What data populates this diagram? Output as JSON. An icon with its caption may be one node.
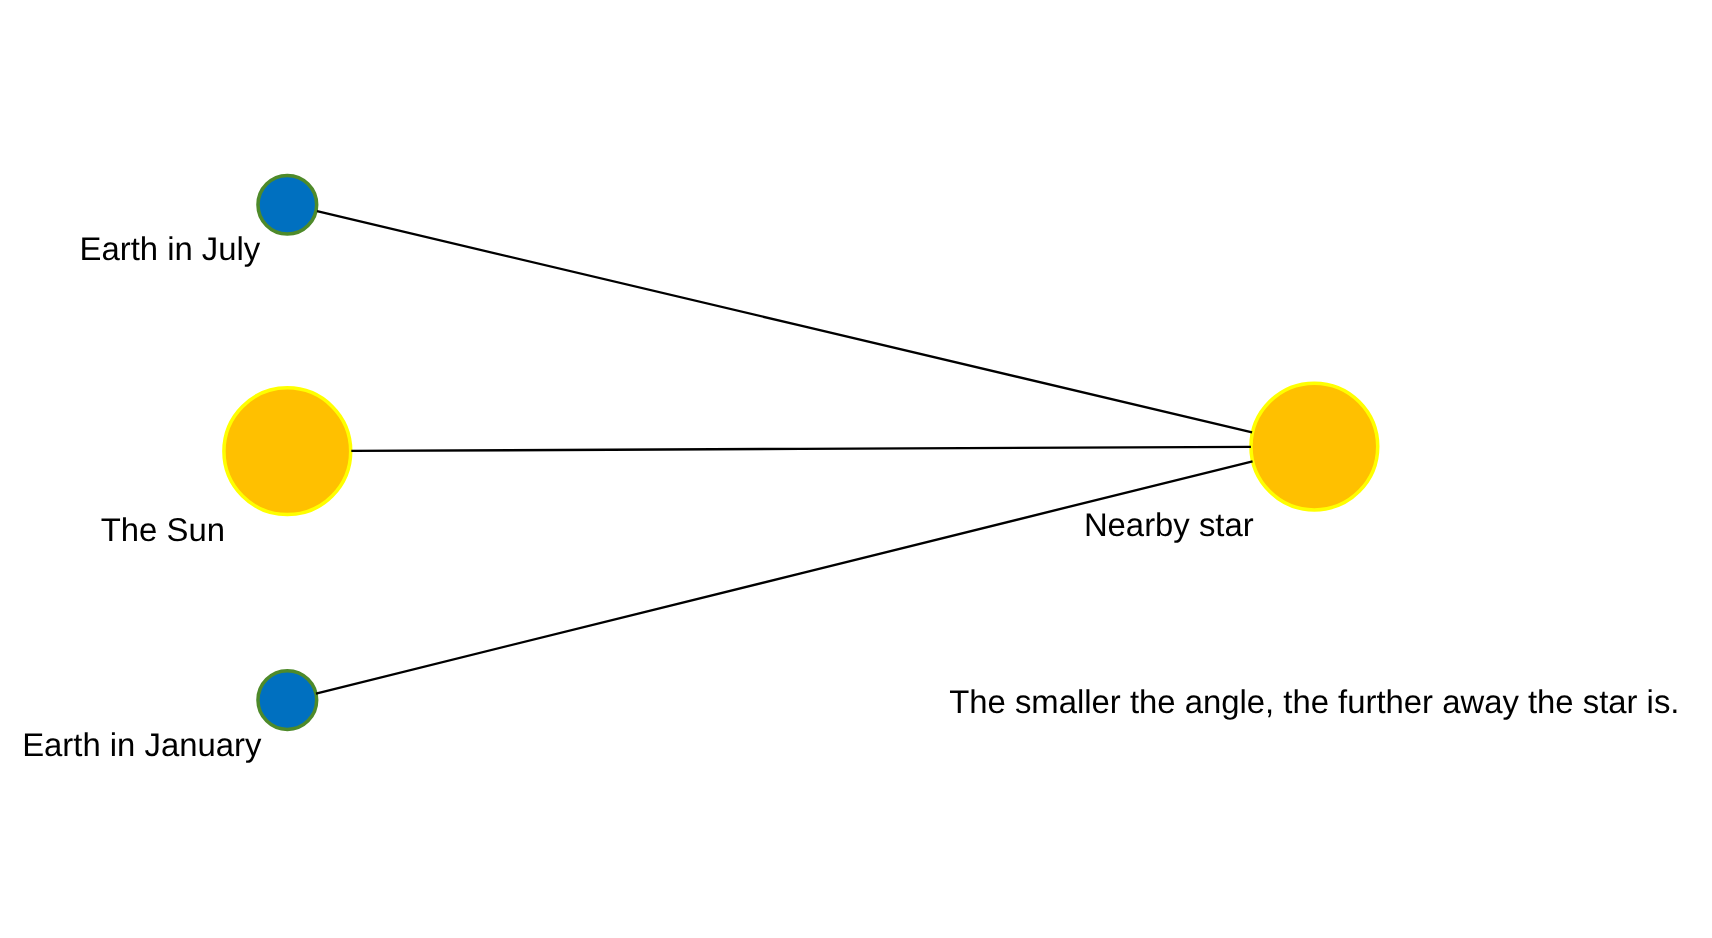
{
  "diagram": {
    "nodes": [
      {
        "text": [
          "Earth in July"
        ]
      },
      {
        "text": [
          "The Sun"
        ]
      },
      {
        "text": [
          "Earth in January"
        ]
      },
      {
        "text": [
          "Nearby star"
        ]
      }
    ],
    "edges": [
      {
        "from": 0,
        "to": 3,
        "arrow": "none"
      },
      {
        "from": 1,
        "to": 3,
        "arrow": "none"
      },
      {
        "from": 2,
        "to": 3,
        "arrow": "none"
      }
    ],
    "labels": [
      "The smaller the angle, the further away the star is."
    ]
  }
}
